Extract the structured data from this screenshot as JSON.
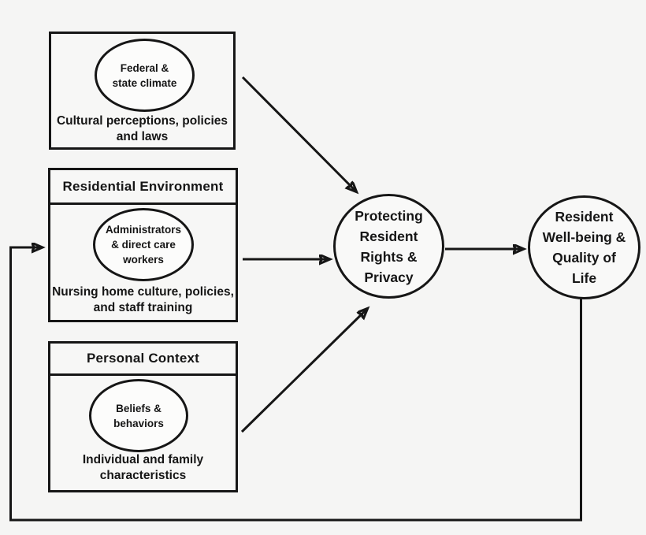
{
  "page": {
    "background": "#f5f5f4",
    "line_color": "#161616"
  },
  "boxes": {
    "macro": {
      "ellipse_label": "Federal &\nstate climate",
      "caption": "Cultural perceptions, policies\nand laws"
    },
    "residential": {
      "header": "Residential Environment",
      "ellipse_label": "Administrators\n& direct care\nworkers",
      "caption": "Nursing home culture, policies,\nand staff training"
    },
    "personal": {
      "header": "Personal Context",
      "ellipse_label": "Beliefs &\nbehaviors",
      "caption": "Individual and family\ncharacteristics"
    }
  },
  "nodes": {
    "mediator": {
      "label": "Protecting\nResident\nRights &\nPrivacy"
    },
    "outcome": {
      "label": "Resident\nWell-being &\nQuality of\nLife"
    }
  }
}
